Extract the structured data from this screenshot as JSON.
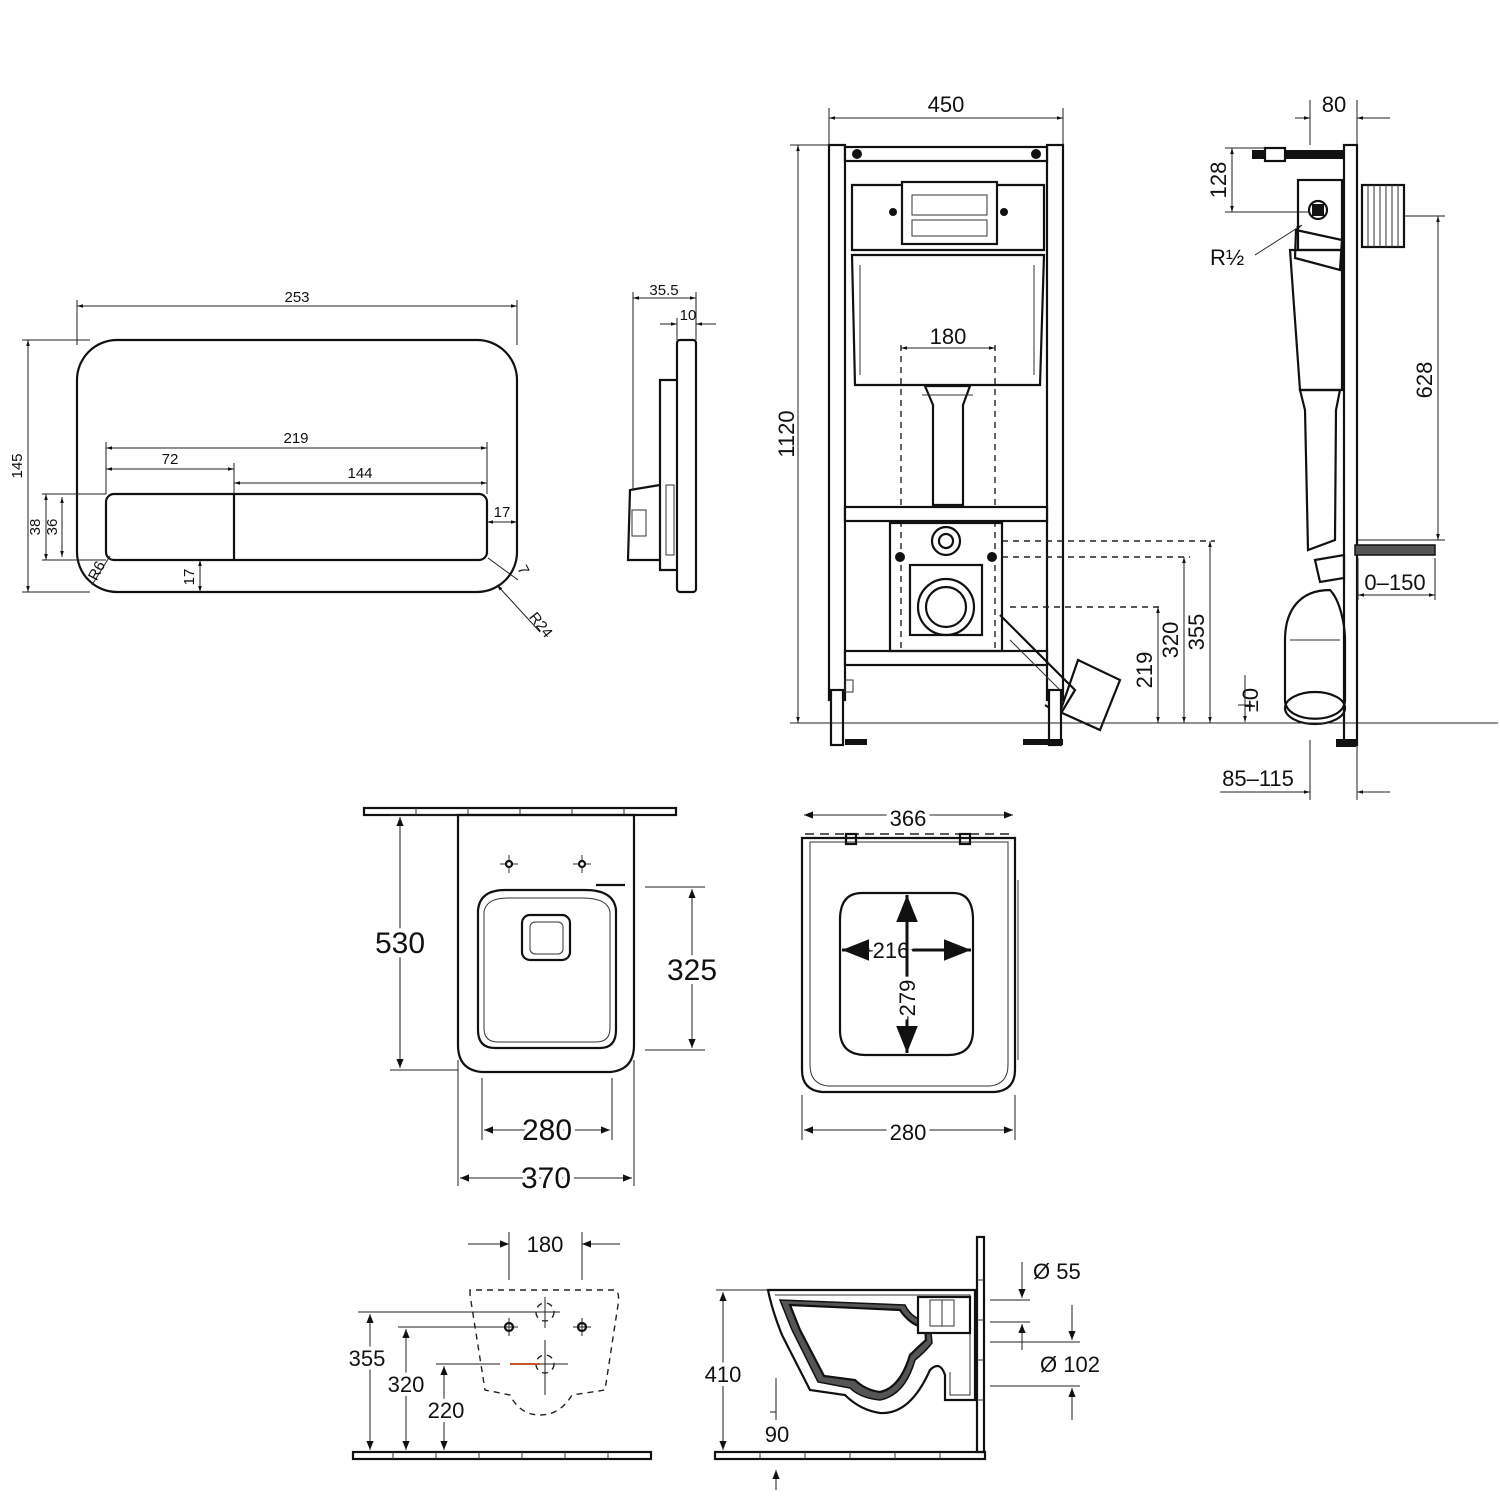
{
  "flush_plate": {
    "width": "253",
    "height": "145",
    "buttons_width": "219",
    "small_button": "72",
    "large_button": "144",
    "button_height_outer": "38",
    "button_height_inner": "36",
    "side_margin": "17",
    "bottom_margin": "17",
    "inner_radius": "R6",
    "corner_small": "7",
    "corner_radius": "R24"
  },
  "plate_side": {
    "depth": "35.5",
    "thickness": "10"
  },
  "frame_front": {
    "width": "450",
    "height": "1120",
    "outlet_spacing": "180",
    "h_219": "219",
    "h_320": "320",
    "h_355": "355"
  },
  "frame_side": {
    "top_offset": "80",
    "top_height": "128",
    "thread": "R½",
    "cistern_height": "628",
    "floor_level": "±0",
    "wall_adjust": "0–150",
    "depth_range": "85–115"
  },
  "wc_top": {
    "length": "530",
    "bowl_length": "325",
    "inner_width": "280",
    "outer_width": "370"
  },
  "seat_top": {
    "top_width": "366",
    "bottom_width": "280",
    "opening_width": "216",
    "opening_length": "279"
  },
  "wc_back": {
    "bolt_spacing": "180",
    "h_355": "355",
    "h_320": "320",
    "h_220": "220"
  },
  "wc_side": {
    "height": "410",
    "floor_gap": "90",
    "inlet_diameter": "Ø 55",
    "outlet_diameter": "Ø 102"
  }
}
